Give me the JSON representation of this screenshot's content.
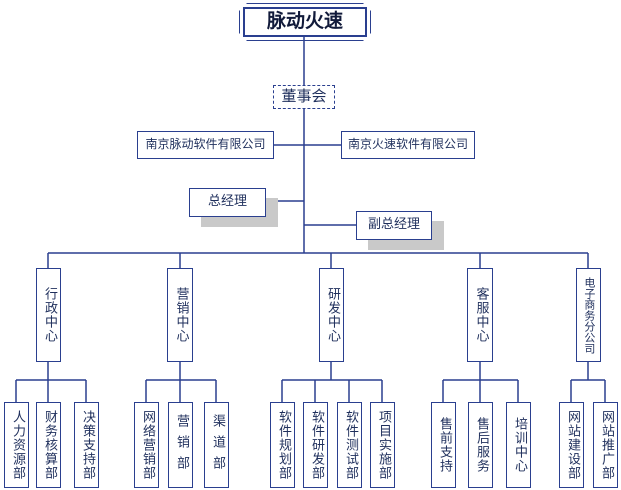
{
  "org": {
    "title": "脉动火速",
    "board": "董事会",
    "company_left": "南京脉动软件有限公司",
    "company_right": "南京火速软件有限公司",
    "gm": "总经理",
    "deputy_gm": "副总经理",
    "centers": [
      {
        "name": "行政中心",
        "departments": [
          "人力资源部",
          "财务核算部",
          "决策支持部"
        ]
      },
      {
        "name": "营销中心",
        "departments": [
          "网络营销部",
          "营销部",
          "渠道部"
        ]
      },
      {
        "name": "研发中心",
        "departments": [
          "软件规划部",
          "软件研发部",
          "软件测试部",
          "项目实施部"
        ]
      },
      {
        "name": "客服中心",
        "departments": [
          "售前支持",
          "售后服务",
          "培训中心"
        ]
      },
      {
        "name": "电子商务分公司",
        "departments": [
          "网站建设部",
          "网站推广部"
        ]
      }
    ],
    "colors": {
      "line": "#2a3f8f",
      "text": "#1f2f5c",
      "shadow": "#c9c9c9"
    }
  }
}
